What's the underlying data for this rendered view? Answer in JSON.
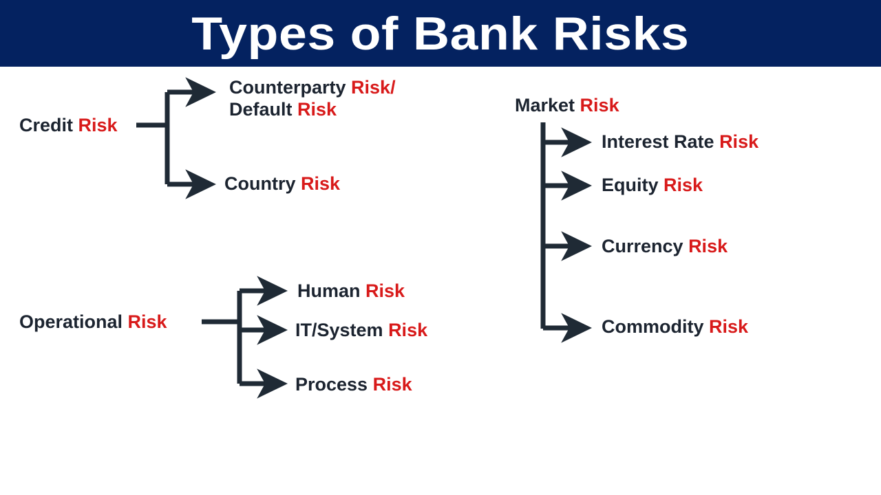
{
  "page": {
    "background": "#ffffff",
    "banner_color": "#042260",
    "title_color": "#ffffff",
    "text_color": "#1c2430",
    "accent_color": "#d81a1a",
    "connector_color": "#1f2a35"
  },
  "header": {
    "title": "Types of Bank Risks"
  },
  "diagram": {
    "type": "tree",
    "branches": [
      {
        "id": "credit",
        "parent_label_plain": "Credit Risk",
        "parent_label_black": "Credit ",
        "parent_label_red": "Risk",
        "children": [
          {
            "id": "counterparty-default",
            "label_plain": "Counterparty Risk/ Default Risk",
            "line1_black": "Counterparty ",
            "line1_red": "Risk/",
            "line2_black": "Default ",
            "line2_red": "Risk"
          },
          {
            "id": "country",
            "label_plain": "Country Risk",
            "line1_black": "Country ",
            "line1_red": "Risk"
          }
        ]
      },
      {
        "id": "operational",
        "parent_label_plain": "Operational Risk",
        "parent_label_black": "Operational ",
        "parent_label_red": "Risk",
        "children": [
          {
            "id": "human",
            "label_plain": "Human Risk",
            "line1_black": "Human ",
            "line1_red": "Risk"
          },
          {
            "id": "it-system",
            "label_plain": "IT/System Risk",
            "line1_black": "IT/System ",
            "line1_red": "Risk"
          },
          {
            "id": "process",
            "label_plain": "Process Risk",
            "line1_black": "Process ",
            "line1_red": "Risk"
          }
        ]
      },
      {
        "id": "market",
        "parent_label_plain": "Market Risk",
        "parent_label_black": "Market ",
        "parent_label_red": "Risk",
        "children": [
          {
            "id": "interest-rate",
            "label_plain": "Interest Rate Risk",
            "line1_black": "Interest Rate ",
            "line1_red": "Risk"
          },
          {
            "id": "equity",
            "label_plain": "Equity Risk",
            "line1_black": "Equity ",
            "line1_red": "Risk"
          },
          {
            "id": "currency",
            "label_plain": "Currency Risk",
            "line1_black": "Currency ",
            "line1_red": "Risk"
          },
          {
            "id": "commodity",
            "label_plain": "Commodity Risk",
            "line1_black": "Commodity ",
            "line1_red": "Risk"
          }
        ]
      }
    ]
  }
}
